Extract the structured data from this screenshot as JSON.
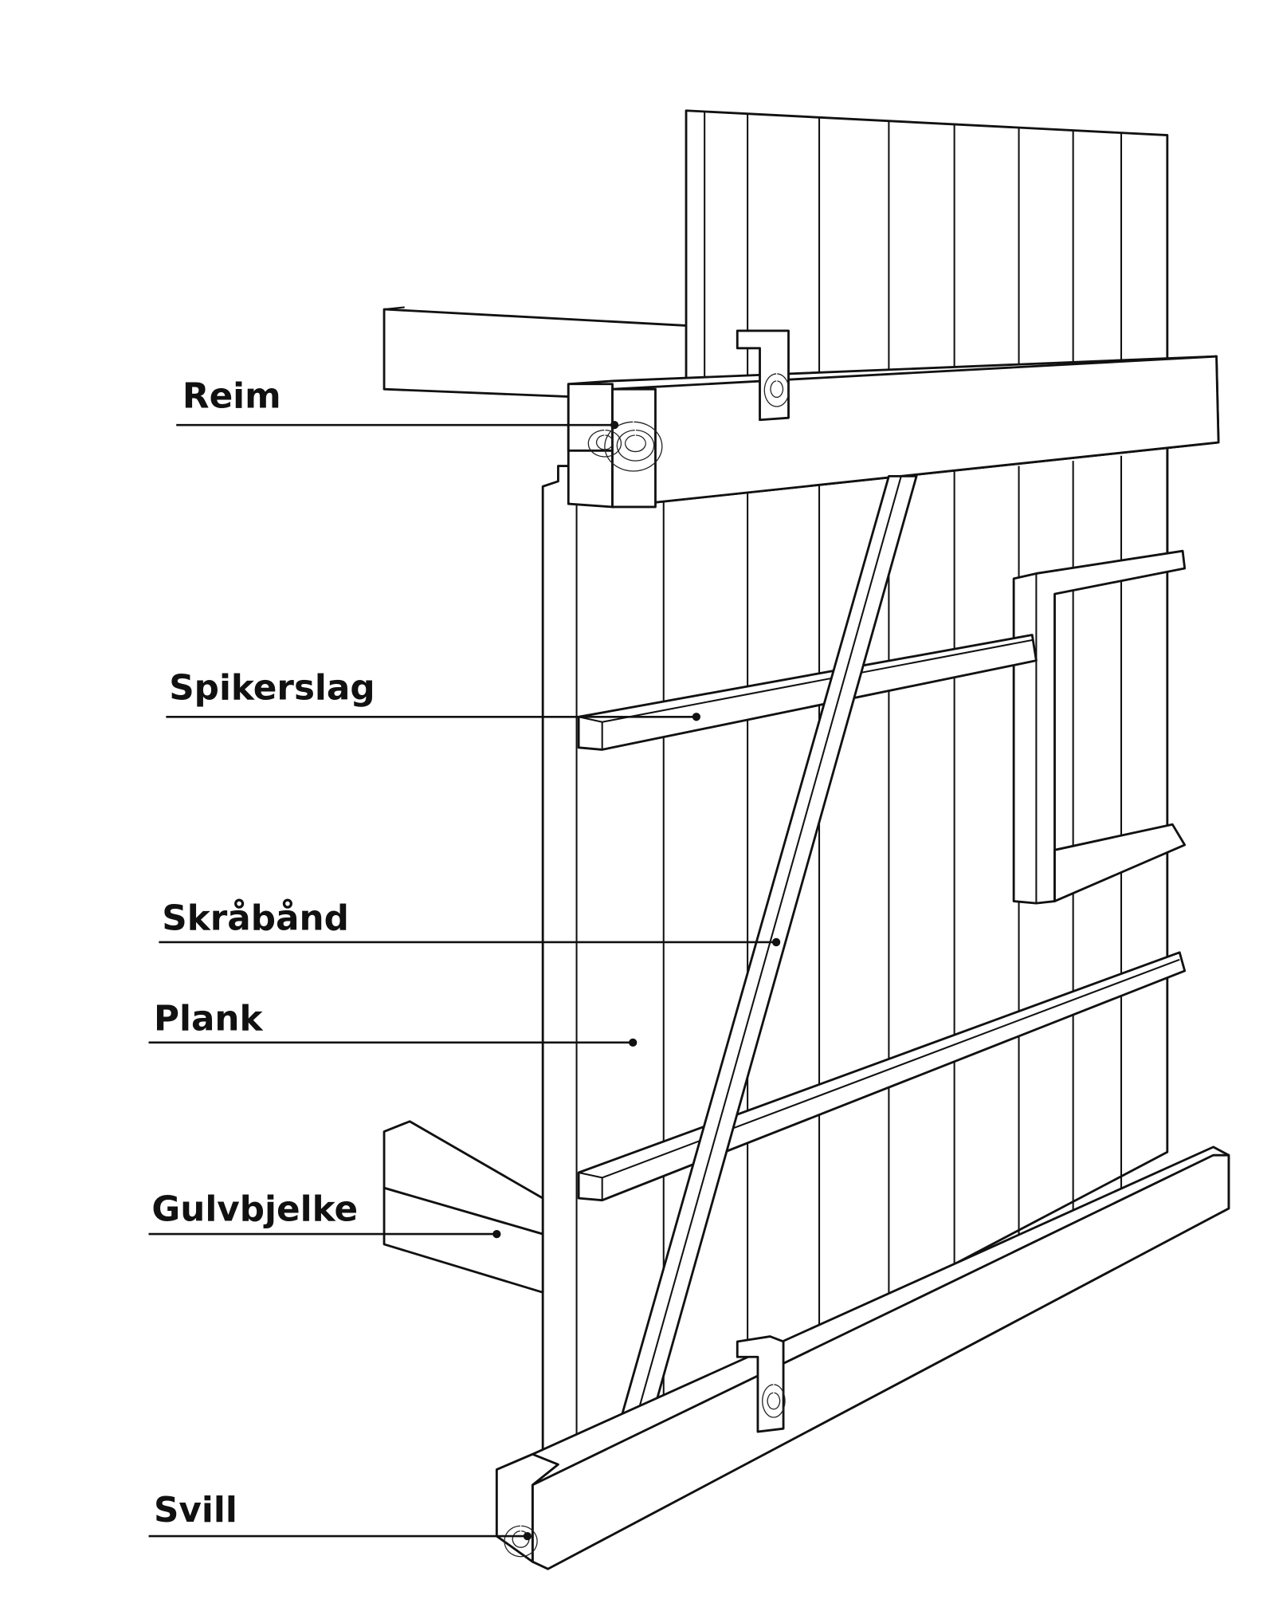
{
  "labels": {
    "reim": "Reim",
    "spikerslag": "Spikerslag",
    "skraband": "Skråbånd",
    "plank": "Plank",
    "gulvbjelke": "Gulvbjelke",
    "svill": "Svill"
  }
}
